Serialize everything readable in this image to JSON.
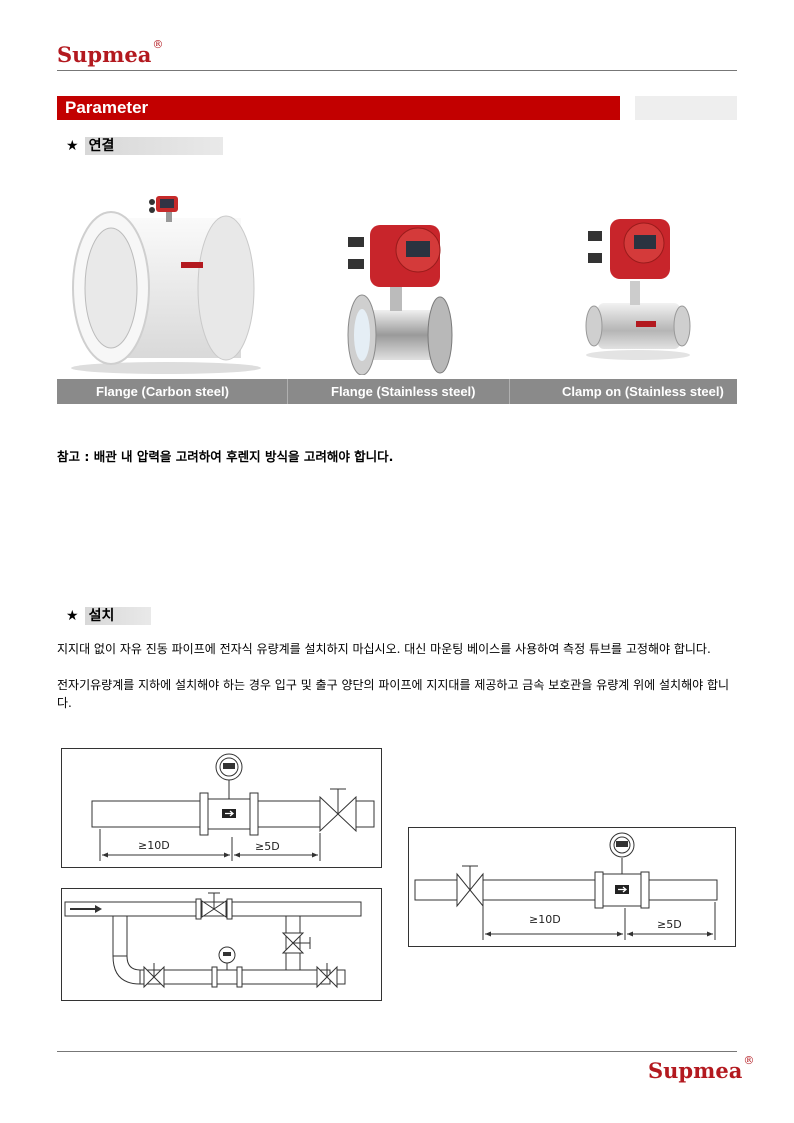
{
  "header": {
    "logo": "Supmea",
    "logo_mark": "®"
  },
  "parameter": {
    "title": "Parameter"
  },
  "connection": {
    "star": "★",
    "heading": "연결",
    "products": [
      {
        "caption": "Flange (Carbon steel)"
      },
      {
        "caption": "Flange (Stainless steel)"
      },
      {
        "caption": "Clamp on (Stainless steel)"
      }
    ],
    "note": "참고 : 배관 내 압력을 고려하여 후렌지 방식을 고려해야 합니다."
  },
  "installation": {
    "star": "★",
    "heading": "설치",
    "para1": "지지대 없이 자유 진동 파이프에 전자식 유량계를 설치하지 마십시오. 대신 마운팅 베이스를 사용하여 측정 튜브를 고정해야 합니다.",
    "para2": "전자기유량계를 지하에 설치해야 하는 경우 입구 및 출구 양단의 파이프에 지지대를 제공하고 금속 보호관을 유량계 위에 설치해야 합니다.",
    "diagram1": {
      "upstream": "≥10D",
      "downstream": "≥5D"
    },
    "diagram3": {
      "upstream": "≥10D",
      "downstream": "≥5D"
    }
  },
  "footer": {
    "logo": "Supmea",
    "logo_mark": "®"
  },
  "colors": {
    "brand_red": "#c20000",
    "caption_gray": "#8a8a8a"
  }
}
